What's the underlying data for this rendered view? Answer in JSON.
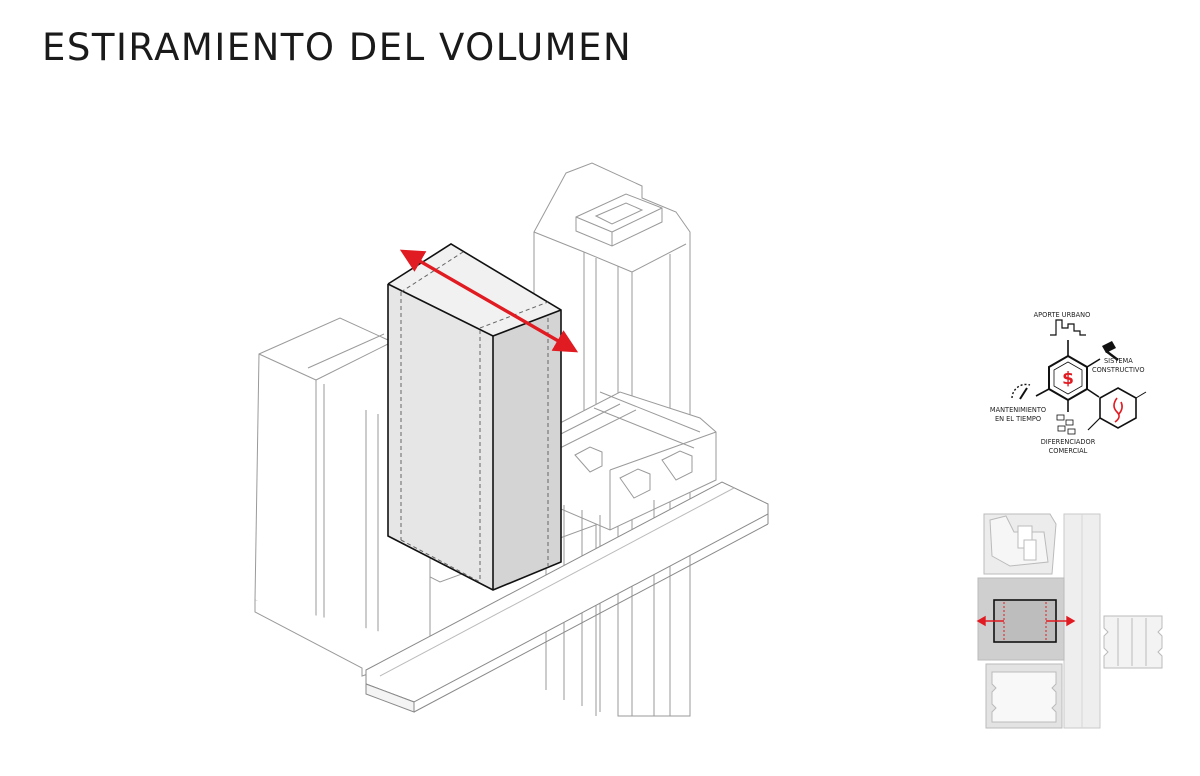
{
  "title": "ESTIRAMIENTO DEL VOLUMEN",
  "colors": {
    "accent_red": "#e11b22",
    "line": "#9a9a9a",
    "volume_fill": "#dadada",
    "ink": "#111111"
  },
  "diagram_legend": {
    "aporte_urbano": "APORTE URBANO",
    "sistema": "SISTEMA",
    "constructivo": "CONSTRUCTIVO",
    "mantenimiento": "MANTENIMIENTO",
    "en_el_tiempo": "EN EL TIEMPO",
    "diferenciador": "DIFERENCIADOR",
    "comercial": "COMERCIAL",
    "center_symbol": "$"
  },
  "icons": {
    "urban": "skyline-step-icon",
    "construction": "hammer-icon",
    "maintenance": "gauge-icon",
    "commercial": "people-icon",
    "extra": "figure-hexagon-icon"
  }
}
